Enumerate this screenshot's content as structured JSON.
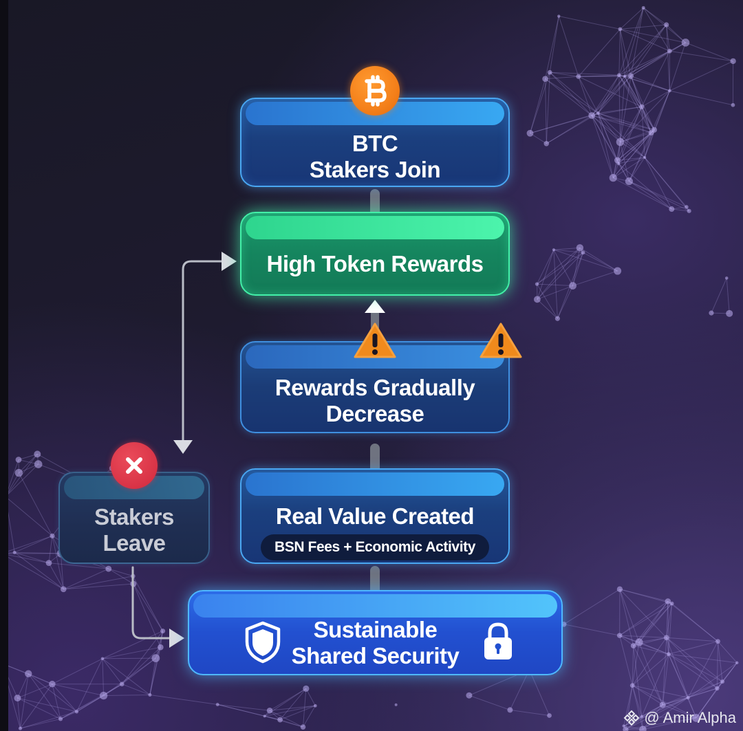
{
  "nodes": {
    "btc_stakers": {
      "line1": "BTC",
      "line2": "Stakers Join"
    },
    "high_rewards": {
      "label": "High Token Rewards"
    },
    "rewards_decrease": {
      "line1": "Rewards Gradually",
      "line2": "Decrease"
    },
    "real_value": {
      "label": "Real Value Created",
      "sublabel": "BSN Fees + Economic Activity"
    },
    "shared_security": {
      "line1": "Sustainable",
      "line2": "Shared Security"
    },
    "stakers_leave": {
      "line1": "Stakers",
      "line2": "Leave"
    }
  },
  "icons": {
    "bitcoin": "bitcoin-icon",
    "warning": "warning-icon",
    "close": "x-icon",
    "shield": "shield-icon",
    "lock": "lock-icon",
    "brand": "binance-diamond-icon"
  },
  "colors": {
    "background": "#1e1b2f",
    "blue_box": "#1b3f7e",
    "green_box": "#15855e",
    "security_box": "#2250d0",
    "bitcoin_orange": "#f4801a",
    "warning_orange": "#f08a1c",
    "leave_red": "#d93346",
    "arrow_gray": "#8a8f9c"
  },
  "watermark": {
    "text": "@ Amir Alpha"
  }
}
